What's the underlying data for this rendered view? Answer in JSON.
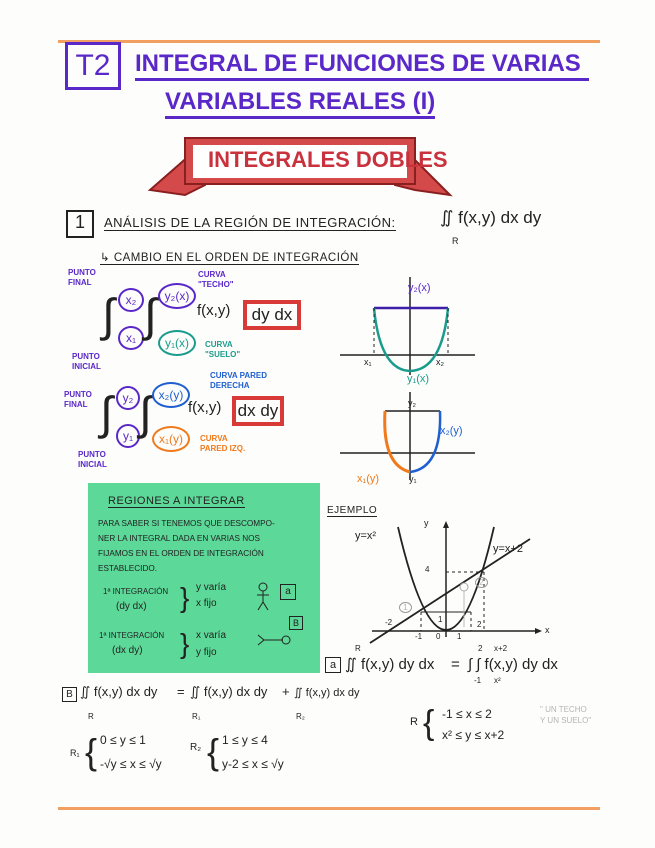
{
  "header": {
    "unit": "T2",
    "title_line1": "INTEGRAL DE FUNCIONES DE VARIAS",
    "title_line2": "VARIABLES REALES (I)",
    "banner": "INTEGRALES DOBLES"
  },
  "section1": {
    "number": "1",
    "heading": "ANÁLISIS DE LA REGIÓN DE INTEGRACIÓN:",
    "integral": "∬ f(x,y) dx dy",
    "integral_sub": "R",
    "subheading": "↳ CAMBIO EN EL ORDEN DE INTEGRACIÓN"
  },
  "dydx": {
    "punto_final": "PUNTO FINAL",
    "punto_inicial": "PUNTO INICIAL",
    "x2": "x₂",
    "x1": "x₁",
    "y2x": "y₂(x)",
    "y1x": "y₁(x)",
    "f": "f(x,y)",
    "order": "dy dx",
    "techo": "CURVA \"TECHO\"",
    "suelo": "CURVA \"SUELO\""
  },
  "dxdy": {
    "punto_final": "PUNTO FINAL",
    "punto_inicial": "PUNTO INICIAL",
    "y2": "y₂",
    "y1": "y₁",
    "x2y": "x₂(y)",
    "x1y": "x₁(y)",
    "f": "f(x,y)",
    "order": "dx dy",
    "derecha": "CURVA PARED DERECHA",
    "izq": "CURVA PARED IZQ."
  },
  "graph1": {
    "top": "y₂(x)",
    "bottom": "y₁(x)",
    "x1": "x₁",
    "x2": "x₂"
  },
  "graph2": {
    "left": "x₁(y)",
    "right": "x₂(y)",
    "y1": "y₁",
    "y2": "y₂"
  },
  "regiones": {
    "title": "REGIONES A INTEGRAR",
    "text": [
      "PARA SABER SI TENEMOS QUE DESCOMPO-",
      "NER LA INTEGRAL DADA EN VARIAS NOS",
      "FIJAMOS EN EL ORDEN DE INTEGRACIÓN",
      "ESTABLECIDO."
    ],
    "row_a": {
      "label": "1ª INTEGRACIÓN",
      "order": "(dy dx)",
      "l1": "y varía",
      "l2": "x fijo",
      "tag": "a"
    },
    "row_b": {
      "label": "1ª INTEGRACIÓN",
      "order": "(dx dy)",
      "l1": "x varía",
      "l2": "y fijo",
      "tag": "B"
    }
  },
  "ejemplo": {
    "title": "EJEMPLO",
    "curve1": "y=x²",
    "curve2": "y=x+2",
    "ylabel": "y",
    "xlabel": "x",
    "ticks": {
      "x": [
        "-2",
        "-1",
        "0",
        "1",
        "2"
      ],
      "y": [
        "1",
        "4"
      ]
    },
    "region1": "1",
    "region2": "2"
  },
  "part_a": {
    "tag": "a",
    "lhs": "∬ f(x,y) dy dx",
    "lhs_sub": "R",
    "eq": "=",
    "rhs": "∫ ∫ f(x,y) dy dx",
    "outer_lower": "-1",
    "outer_upper": "2",
    "inner_lower": "x²",
    "inner_upper": "x+2",
    "R": "R",
    "cond1": "-1 ≤ x ≤ 2",
    "cond2": "x² ≤ y ≤ x+2",
    "note1": "\" UN TECHO",
    "note2": "Y UN SUELO\""
  },
  "part_b": {
    "tag": "B",
    "lhs": "∬ f(x,y) dx dy",
    "lhs_sub": "R",
    "eq": "=",
    "t1": "∬ f(x,y) dx dy",
    "t1_sub": "R₁",
    "plus": "+",
    "t2": "∬ f(x,y) dx dy",
    "t2_sub": "R₂",
    "R1": "R₁",
    "R1_c1": "0 ≤ y ≤ 1",
    "R1_c2": "-√y ≤ x ≤ √y",
    "R2": "R₂",
    "R2_c1": "1 ≤ y ≤ 4",
    "R2_c2": "y-2 ≤ x ≤ √y"
  },
  "colors": {
    "purple": "#5a28c8",
    "red": "#c9323c",
    "green": "#5cd898",
    "blue": "#1f5fd0",
    "teal": "#1a9c8c",
    "orange": "#f07a1c"
  }
}
